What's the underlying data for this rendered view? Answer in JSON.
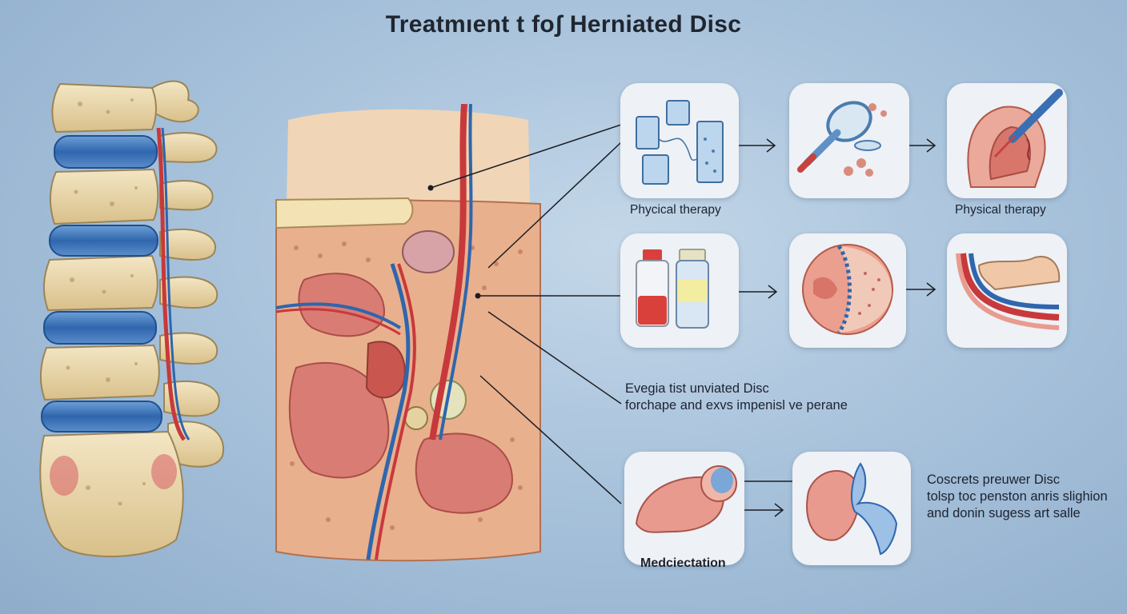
{
  "title": "Treatmıent t foʃ  Herniated Disc",
  "labels": {
    "top_left": "Phycical therapy",
    "top_right": "Physical therapy",
    "bottom_left": "Medciectation"
  },
  "notes": {
    "middle": [
      "Evegia tist unviated Disc",
      "forchape and exvs impenisl ve perane"
    ],
    "bottom": [
      "Coscrets preuwer Disc",
      "tolsp toc penston anris slighion",
      "and donin sugess art salle"
    ]
  },
  "icons": {
    "spine": "lumbar-spine-illustration",
    "cross_section": "disc-cross-section-illustration",
    "p1": "cylinders-equipment-icon",
    "p2": "magnifier-tool-icon",
    "p3": "injection-tissue-icon",
    "p4": "medicine-bottles-icon",
    "p5": "disc-section-icon",
    "p6": "nerve-vessel-icon",
    "p7": "joint-tissue-icon",
    "p8": "joint-cartilage-icon"
  },
  "colors": {
    "background": "#a9c3dc",
    "panel": "#eef1f5",
    "disc_blue": "#3b74b8",
    "bone": "#ead8ac",
    "artery": "#c8393b",
    "tissue": "#e59a86"
  }
}
